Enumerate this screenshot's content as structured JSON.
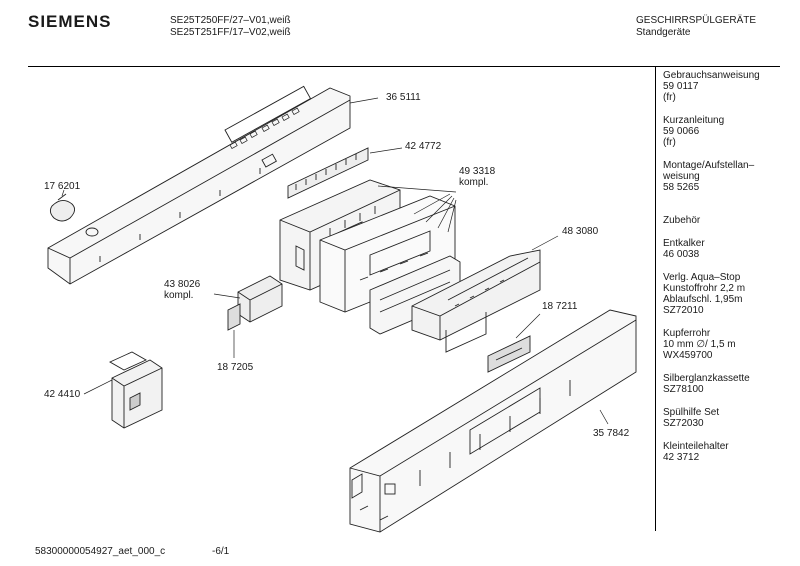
{
  "header": {
    "brand": "SIEMENS",
    "model_line1": "SE25T250FF/27–V01,weiß",
    "model_line2": "SE25T251FF/17–V02,weiß",
    "category_line1": "GESCHIRRSPÜLGERÄTE",
    "category_line2": "Standgeräte"
  },
  "parts": {
    "p1": "36 5111",
    "p2": "42 4772",
    "p3a": "49 3318",
    "p3b": "kompl.",
    "p4": "17 6201",
    "p5": "48 3080",
    "p6a": "43 8026",
    "p6b": "kompl.",
    "p7": "18 7211",
    "p8": "18 7205",
    "p9": "42 4410",
    "p10": "35 7842"
  },
  "sidebar": {
    "b1": [
      "Gebrauchsanweisung",
      "59 0117",
      "(fr)"
    ],
    "b2": [
      "Kurzanleitung",
      "59 0066",
      "(fr)"
    ],
    "b3": [
      "Montage/Aufstellan–",
      "weisung",
      "58 5265"
    ],
    "b4": [
      "Zubehör"
    ],
    "b5": [
      "Entkalker",
      "46 0038"
    ],
    "b6": [
      "Verlg. Aqua–Stop",
      "Kunstoffrohr 2,2 m",
      "Ablaufschl. 1,95m",
      "SZ72010"
    ],
    "b7": [
      "Kupferrohr",
      "10 mm ∅/ 1,5 m",
      "WX459700"
    ],
    "b8": [
      "Silberglanzkassette",
      "SZ78100"
    ],
    "b9": [
      "Spülhilfe Set",
      "SZ72030"
    ],
    "b10": [
      "Kleinteilehalter",
      "42 3712"
    ]
  },
  "footer": {
    "doc_id": "58300000054927_aet_000_c",
    "page": "-6/1"
  }
}
